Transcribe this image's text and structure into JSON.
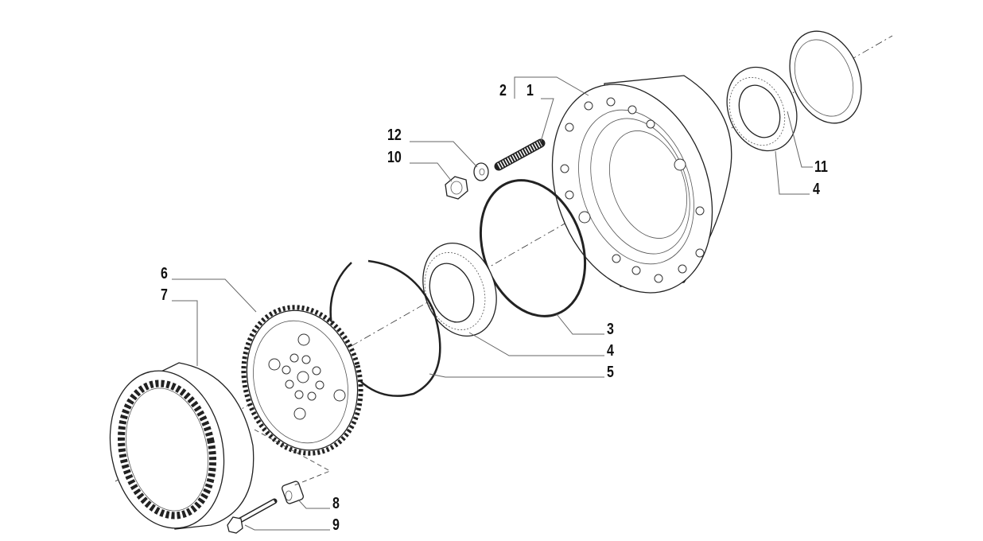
{
  "diagram": {
    "type": "exploded-parts-view",
    "callouts": [
      {
        "id": "c1",
        "text": "1"
      },
      {
        "id": "c2",
        "text": "2"
      },
      {
        "id": "c12",
        "text": "12"
      },
      {
        "id": "c10",
        "text": "10"
      },
      {
        "id": "c11",
        "text": "11"
      },
      {
        "id": "c4a",
        "text": "4"
      },
      {
        "id": "c6",
        "text": "6"
      },
      {
        "id": "c7",
        "text": "7"
      },
      {
        "id": "c3",
        "text": "3"
      },
      {
        "id": "c4b",
        "text": "4"
      },
      {
        "id": "c5",
        "text": "5"
      },
      {
        "id": "c8",
        "text": "8"
      },
      {
        "id": "c9",
        "text": "9"
      }
    ]
  }
}
